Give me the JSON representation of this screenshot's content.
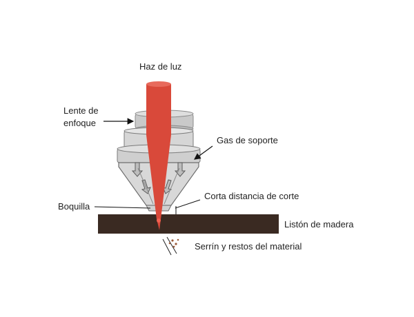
{
  "labels": {
    "beam": "Haz de luz",
    "lens_line1": "Lente de",
    "lens_line2": "enfoque",
    "gas": "Gas de soporte",
    "nozzle": "Boquilla",
    "distance": "Corta distancia de corte",
    "wood": "Listón de madera",
    "debris": "Serrín y restos del material"
  },
  "colors": {
    "beam": "#d9493a",
    "wood": "#3a2a22",
    "head_body": "#d4d4d4",
    "lens": "#c6c6c6",
    "outline": "#555555",
    "debris": "#9a5a3a"
  }
}
